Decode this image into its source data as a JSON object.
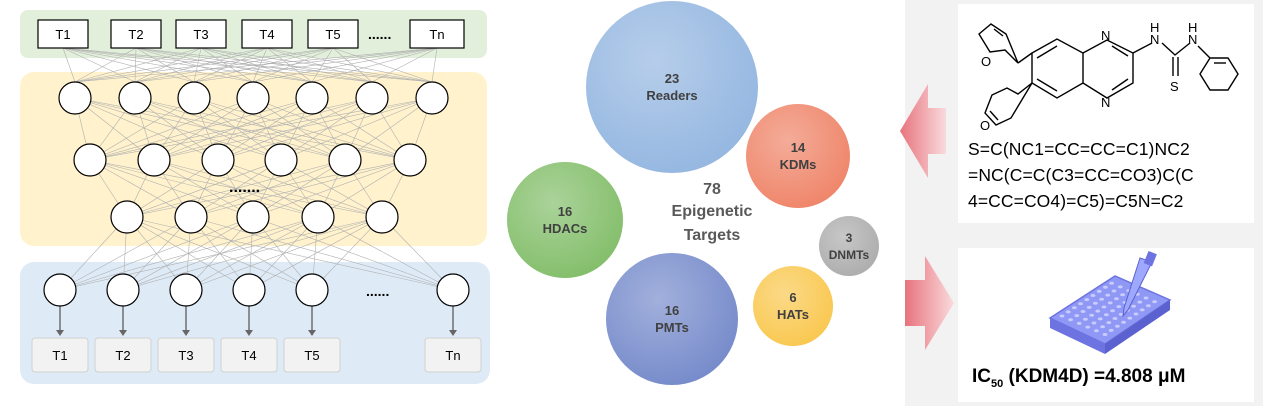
{
  "network": {
    "input_labels": [
      "T1",
      "T2",
      "T3",
      "T4",
      "T5",
      "Tn"
    ],
    "input_ellipsis": "......",
    "hidden_ellipsis": ".......",
    "output_ellipsis": "......",
    "output_labels": [
      "T1",
      "T2",
      "T3",
      "T4",
      "T5",
      "Tn"
    ]
  },
  "targets": {
    "center_count": "78",
    "center_line1": "Epigenetic",
    "center_line2": "Targets",
    "bubbles": [
      {
        "count": "23",
        "label": "Readers",
        "color": "#8fb3df"
      },
      {
        "count": "14",
        "label": "KDMs",
        "color": "#ee7f62"
      },
      {
        "count": "16",
        "label": "HDACs",
        "color": "#7dbb63"
      },
      {
        "count": "3",
        "label": "DNMTs",
        "color": "#a9a9a9"
      },
      {
        "count": "16",
        "label": "PMTs",
        "color": "#6f85c8"
      },
      {
        "count": "6",
        "label": "HATs",
        "color": "#f9c547"
      }
    ]
  },
  "molecule": {
    "smiles_lines": [
      "S=C(NC1=CC=CC=C1)NC2",
      "=NC(C=C(C3=CC=CO3)C(C",
      "4=CC=CO4)=C5)=C5N=C2"
    ],
    "atoms": {
      "N": "N",
      "H": "H",
      "O": "O",
      "S": "S"
    }
  },
  "assay": {
    "ic50_main": "IC",
    "ic50_sub": "50",
    "ic50_rest": " (KDM4D) =4.808 μM"
  }
}
